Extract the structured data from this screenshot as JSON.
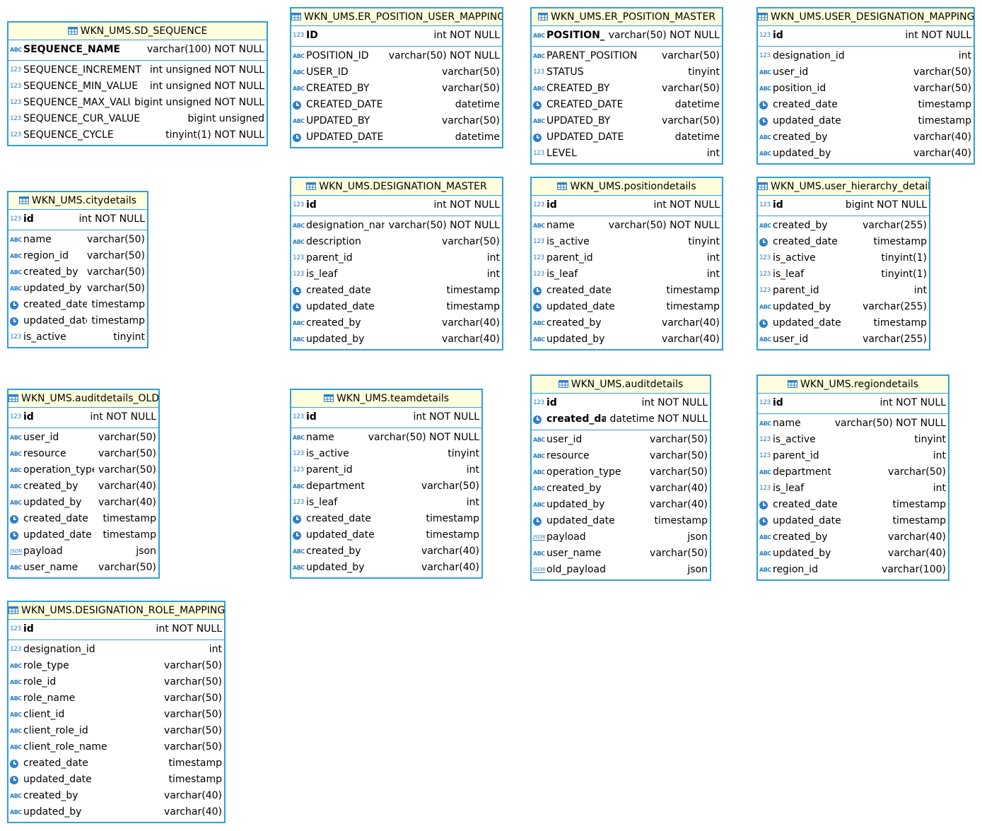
{
  "tables": [
    {
      "name": "WKN_UMS.SD_SEQUENCE",
      "pk": [
        {
          "name": "SEQUENCE_NAME",
          "type": "varchar(100) NOT NULL",
          "icon": "string-key"
        }
      ],
      "cols": [
        {
          "name": "SEQUENCE_INCREMENT",
          "type": "int unsigned NOT NULL",
          "icon": "number"
        },
        {
          "name": "SEQUENCE_MIN_VALUE",
          "type": "int unsigned NOT NULL",
          "icon": "number"
        },
        {
          "name": "SEQUENCE_MAX_VALUE",
          "type": "bigint unsigned NOT NULL",
          "icon": "number"
        },
        {
          "name": "SEQUENCE_CUR_VALUE",
          "type": "bigint unsigned",
          "icon": "number"
        },
        {
          "name": "SEQUENCE_CYCLE",
          "type": "tinyint(1) NOT NULL",
          "icon": "number"
        }
      ]
    },
    {
      "name": "WKN_UMS.ER_POSITION_USER_MAPPING",
      "pk": [
        {
          "name": "ID",
          "type": "int NOT NULL",
          "icon": "number-key"
        }
      ],
      "cols": [
        {
          "name": "POSITION_ID",
          "type": "varchar(50) NOT NULL",
          "icon": "string"
        },
        {
          "name": "USER_ID",
          "type": "varchar(50)",
          "icon": "string"
        },
        {
          "name": "CREATED_BY",
          "type": "varchar(50)",
          "icon": "string"
        },
        {
          "name": "CREATED_DATE",
          "type": "datetime",
          "icon": "clock"
        },
        {
          "name": "UPDATED_BY",
          "type": "varchar(50)",
          "icon": "string"
        },
        {
          "name": "UPDATED_DATE",
          "type": "datetime",
          "icon": "clock"
        }
      ]
    },
    {
      "name": "WKN_UMS.ER_POSITION_MASTER",
      "pk": [
        {
          "name": "POSITION_ID",
          "type": "varchar(50) NOT NULL",
          "icon": "string-key"
        }
      ],
      "cols": [
        {
          "name": "PARENT_POSITION",
          "type": "varchar(50)",
          "icon": "string"
        },
        {
          "name": "STATUS",
          "type": "tinyint",
          "icon": "number"
        },
        {
          "name": "CREATED_BY",
          "type": "varchar(50)",
          "icon": "string"
        },
        {
          "name": "CREATED_DATE",
          "type": "datetime",
          "icon": "clock"
        },
        {
          "name": "UPDATED_BY",
          "type": "varchar(50)",
          "icon": "string"
        },
        {
          "name": "UPDATED_DATE",
          "type": "datetime",
          "icon": "clock"
        },
        {
          "name": "LEVEL",
          "type": "int",
          "icon": "number"
        }
      ]
    },
    {
      "name": "WKN_UMS.USER_DESIGNATION_MAPPING",
      "pk": [
        {
          "name": "id",
          "type": "int NOT NULL",
          "icon": "number-key"
        }
      ],
      "cols": [
        {
          "name": "designation_id",
          "type": "int",
          "icon": "number"
        },
        {
          "name": "user_id",
          "type": "varchar(50)",
          "icon": "string"
        },
        {
          "name": "position_id",
          "type": "varchar(50)",
          "icon": "string"
        },
        {
          "name": "created_date",
          "type": "timestamp",
          "icon": "clock"
        },
        {
          "name": "updated_date",
          "type": "timestamp",
          "icon": "clock"
        },
        {
          "name": "created_by",
          "type": "varchar(40)",
          "icon": "string"
        },
        {
          "name": "updated_by",
          "type": "varchar(40)",
          "icon": "string"
        }
      ]
    },
    {
      "name": "WKN_UMS.citydetails",
      "pk": [
        {
          "name": "id",
          "type": "int NOT NULL",
          "icon": "number-key"
        }
      ],
      "cols": [
        {
          "name": "name",
          "type": "varchar(50)",
          "icon": "string"
        },
        {
          "name": "region_id",
          "type": "varchar(50)",
          "icon": "string"
        },
        {
          "name": "created_by",
          "type": "varchar(50)",
          "icon": "string"
        },
        {
          "name": "updated_by",
          "type": "varchar(50)",
          "icon": "string"
        },
        {
          "name": "created_date",
          "type": "timestamp",
          "icon": "clock"
        },
        {
          "name": "updated_date",
          "type": "timestamp",
          "icon": "clock"
        },
        {
          "name": "is_active",
          "type": "tinyint",
          "icon": "number"
        }
      ]
    },
    {
      "name": "WKN_UMS.DESIGNATION_MASTER",
      "pk": [
        {
          "name": "id",
          "type": "int NOT NULL",
          "icon": "number-key"
        }
      ],
      "cols": [
        {
          "name": "designation_name",
          "type": "varchar(50) NOT NULL",
          "icon": "string"
        },
        {
          "name": "description",
          "type": "varchar(50)",
          "icon": "string"
        },
        {
          "name": "parent_id",
          "type": "int",
          "icon": "number"
        },
        {
          "name": "is_leaf",
          "type": "int",
          "icon": "number"
        },
        {
          "name": "created_date",
          "type": "timestamp",
          "icon": "clock"
        },
        {
          "name": "updated_date",
          "type": "timestamp",
          "icon": "clock"
        },
        {
          "name": "created_by",
          "type": "varchar(40)",
          "icon": "string"
        },
        {
          "name": "updated_by",
          "type": "varchar(40)",
          "icon": "string"
        }
      ]
    },
    {
      "name": "WKN_UMS.positiondetails",
      "pk": [
        {
          "name": "id",
          "type": "int NOT NULL",
          "icon": "number-key"
        }
      ],
      "cols": [
        {
          "name": "name",
          "type": "varchar(50) NOT NULL",
          "icon": "string"
        },
        {
          "name": "is_active",
          "type": "tinyint",
          "icon": "number"
        },
        {
          "name": "parent_id",
          "type": "int",
          "icon": "number"
        },
        {
          "name": "is_leaf",
          "type": "int",
          "icon": "number"
        },
        {
          "name": "created_date",
          "type": "timestamp",
          "icon": "clock"
        },
        {
          "name": "updated_date",
          "type": "timestamp",
          "icon": "clock"
        },
        {
          "name": "created_by",
          "type": "varchar(40)",
          "icon": "string"
        },
        {
          "name": "updated_by",
          "type": "varchar(40)",
          "icon": "string"
        }
      ]
    },
    {
      "name": "WKN_UMS.user_hierarchy_details",
      "pk": [
        {
          "name": "id",
          "type": "bigint NOT NULL",
          "icon": "number-key"
        }
      ],
      "cols": [
        {
          "name": "created_by",
          "type": "varchar(255)",
          "icon": "string"
        },
        {
          "name": "created_date",
          "type": "timestamp",
          "icon": "clock"
        },
        {
          "name": "is_active",
          "type": "tinyint(1)",
          "icon": "number"
        },
        {
          "name": "is_leaf",
          "type": "tinyint(1)",
          "icon": "number"
        },
        {
          "name": "parent_id",
          "type": "int",
          "icon": "number"
        },
        {
          "name": "updated_by",
          "type": "varchar(255)",
          "icon": "string"
        },
        {
          "name": "updated_date",
          "type": "timestamp",
          "icon": "clock"
        },
        {
          "name": "user_id",
          "type": "varchar(255)",
          "icon": "string"
        }
      ]
    },
    {
      "name": "WKN_UMS.auditdetails_OLD",
      "pk": [
        {
          "name": "id",
          "type": "int NOT NULL",
          "icon": "number-key"
        }
      ],
      "cols": [
        {
          "name": "user_id",
          "type": "varchar(50)",
          "icon": "string"
        },
        {
          "name": "resource",
          "type": "varchar(50)",
          "icon": "string"
        },
        {
          "name": "operation_type",
          "type": "varchar(50)",
          "icon": "string"
        },
        {
          "name": "created_by",
          "type": "varchar(40)",
          "icon": "string"
        },
        {
          "name": "updated_by",
          "type": "varchar(40)",
          "icon": "string"
        },
        {
          "name": "created_date",
          "type": "timestamp",
          "icon": "clock"
        },
        {
          "name": "updated_date",
          "type": "timestamp",
          "icon": "clock"
        },
        {
          "name": "payload",
          "type": "json",
          "icon": "json"
        },
        {
          "name": "user_name",
          "type": "varchar(50)",
          "icon": "string"
        }
      ]
    },
    {
      "name": "WKN_UMS.teamdetails",
      "pk": [
        {
          "name": "id",
          "type": "int NOT NULL",
          "icon": "number-key"
        }
      ],
      "cols": [
        {
          "name": "name",
          "type": "varchar(50) NOT NULL",
          "icon": "string"
        },
        {
          "name": "is_active",
          "type": "tinyint",
          "icon": "number"
        },
        {
          "name": "parent_id",
          "type": "int",
          "icon": "number"
        },
        {
          "name": "department",
          "type": "varchar(50)",
          "icon": "string"
        },
        {
          "name": "is_leaf",
          "type": "int",
          "icon": "number"
        },
        {
          "name": "created_date",
          "type": "timestamp",
          "icon": "clock"
        },
        {
          "name": "updated_date",
          "type": "timestamp",
          "icon": "clock"
        },
        {
          "name": "created_by",
          "type": "varchar(40)",
          "icon": "string"
        },
        {
          "name": "updated_by",
          "type": "varchar(40)",
          "icon": "string"
        }
      ]
    },
    {
      "name": "WKN_UMS.auditdetails",
      "pk": [
        {
          "name": "id",
          "type": "int NOT NULL",
          "icon": "number-key"
        },
        {
          "name": "created_date",
          "type": "datetime NOT NULL",
          "icon": "clock"
        }
      ],
      "cols": [
        {
          "name": "user_id",
          "type": "varchar(50)",
          "icon": "string"
        },
        {
          "name": "resource",
          "type": "varchar(50)",
          "icon": "string"
        },
        {
          "name": "operation_type",
          "type": "varchar(50)",
          "icon": "string"
        },
        {
          "name": "created_by",
          "type": "varchar(40)",
          "icon": "string"
        },
        {
          "name": "updated_by",
          "type": "varchar(40)",
          "icon": "string"
        },
        {
          "name": "updated_date",
          "type": "timestamp",
          "icon": "clock"
        },
        {
          "name": "payload",
          "type": "json",
          "icon": "json"
        },
        {
          "name": "user_name",
          "type": "varchar(50)",
          "icon": "string"
        },
        {
          "name": "old_payload",
          "type": "json",
          "icon": "json"
        }
      ]
    },
    {
      "name": "WKN_UMS.regiondetails",
      "pk": [
        {
          "name": "id",
          "type": "int NOT NULL",
          "icon": "number-key"
        }
      ],
      "cols": [
        {
          "name": "name",
          "type": "varchar(50) NOT NULL",
          "icon": "string"
        },
        {
          "name": "is_active",
          "type": "tinyint",
          "icon": "number"
        },
        {
          "name": "parent_id",
          "type": "int",
          "icon": "number"
        },
        {
          "name": "department",
          "type": "varchar(50)",
          "icon": "string"
        },
        {
          "name": "is_leaf",
          "type": "int",
          "icon": "number"
        },
        {
          "name": "created_date",
          "type": "timestamp",
          "icon": "clock"
        },
        {
          "name": "updated_date",
          "type": "timestamp",
          "icon": "clock"
        },
        {
          "name": "created_by",
          "type": "varchar(40)",
          "icon": "string"
        },
        {
          "name": "updated_by",
          "type": "varchar(40)",
          "icon": "string"
        },
        {
          "name": "region_id",
          "type": "varchar(100)",
          "icon": "string"
        }
      ]
    },
    {
      "name": "WKN_UMS.DESIGNATION_ROLE_MAPPING",
      "pk": [
        {
          "name": "id",
          "type": "int NOT NULL",
          "icon": "number-key"
        }
      ],
      "cols": [
        {
          "name": "designation_id",
          "type": "int",
          "icon": "number"
        },
        {
          "name": "role_type",
          "type": "varchar(50)",
          "icon": "string"
        },
        {
          "name": "role_id",
          "type": "varchar(50)",
          "icon": "string"
        },
        {
          "name": "role_name",
          "type": "varchar(50)",
          "icon": "string"
        },
        {
          "name": "client_id",
          "type": "varchar(50)",
          "icon": "string"
        },
        {
          "name": "client_role_id",
          "type": "varchar(50)",
          "icon": "string"
        },
        {
          "name": "client_role_name",
          "type": "varchar(50)",
          "icon": "string"
        },
        {
          "name": "created_date",
          "type": "timestamp",
          "icon": "clock"
        },
        {
          "name": "updated_date",
          "type": "timestamp",
          "icon": "clock"
        },
        {
          "name": "created_by",
          "type": "varchar(40)",
          "icon": "string"
        },
        {
          "name": "updated_by",
          "type": "varchar(40)",
          "icon": "string"
        }
      ]
    }
  ]
}
